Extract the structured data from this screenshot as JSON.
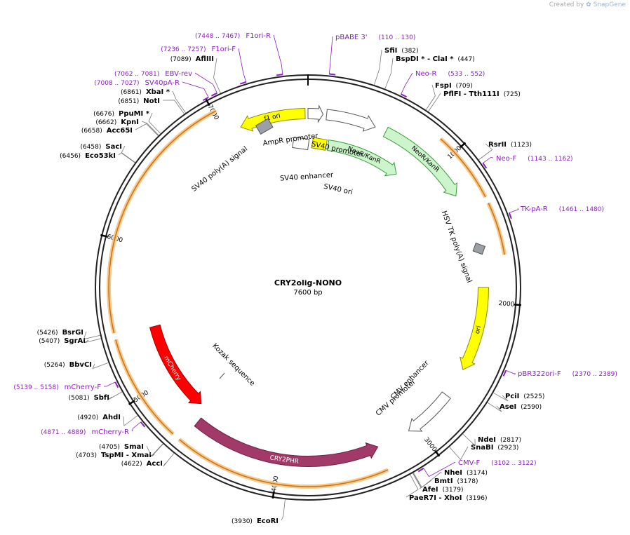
{
  "watermark": {
    "created_by": "Created by",
    "brand": "SnapGene"
  },
  "map": {
    "name": "CRY2olig-NONO",
    "size_label": "7600 bp",
    "length": 7600,
    "colors": {
      "primer": "#8c1dbf",
      "site": "#000000",
      "tick": "#555555"
    }
  },
  "ruler": [
    {
      "pos": 1000,
      "label": "1000"
    },
    {
      "pos": 2000,
      "label": "2000"
    },
    {
      "pos": 3000,
      "label": "3000"
    },
    {
      "pos": 4000,
      "label": "4000"
    },
    {
      "pos": 5000,
      "label": "5000"
    },
    {
      "pos": 6000,
      "label": "6000"
    },
    {
      "pos": 7000,
      "label": "7000"
    }
  ],
  "sites": [
    {
      "name": "SfiI",
      "star": "",
      "pos": 382,
      "coord": "(382)",
      "side": "right"
    },
    {
      "name": "BspDI *",
      "star": " - ClaI *",
      "pos": 447,
      "coord": "(447)",
      "side": "right"
    },
    {
      "name": "FspI",
      "star": "",
      "pos": 709,
      "coord": "(709)",
      "side": "right"
    },
    {
      "name": "PflFI",
      "star": " - Tth111I",
      "pos": 725,
      "coord": "(725)",
      "side": "right"
    },
    {
      "name": "RsrII",
      "star": "",
      "pos": 1123,
      "coord": "(1123)",
      "side": "right"
    },
    {
      "name": "PciI",
      "star": "",
      "pos": 2525,
      "coord": "(2525)",
      "side": "right"
    },
    {
      "name": "AseI",
      "star": "",
      "pos": 2590,
      "coord": "(2590)",
      "side": "right"
    },
    {
      "name": "NdeI",
      "star": "",
      "pos": 2817,
      "coord": "(2817)",
      "side": "right"
    },
    {
      "name": "SnaBI",
      "star": "",
      "pos": 2923,
      "coord": "(2923)",
      "side": "right"
    },
    {
      "name": "NheI",
      "star": "",
      "pos": 3174,
      "coord": "(3174)",
      "side": "right"
    },
    {
      "name": "BmtI",
      "star": "",
      "pos": 3178,
      "coord": "(3178)",
      "side": "right"
    },
    {
      "name": "AfeI",
      "star": "",
      "pos": 3179,
      "coord": "(3179)",
      "side": "right"
    },
    {
      "name": "PaeR7I",
      "star": " - XhoI",
      "pos": 3196,
      "coord": "(3196)",
      "side": "right"
    },
    {
      "name": "EcoRI",
      "star": "",
      "pos": 3930,
      "coord": "(3930)",
      "side": "left"
    },
    {
      "name": "AccI",
      "star": "",
      "pos": 4622,
      "coord": "(4622)",
      "side": "left"
    },
    {
      "name": "TspMI",
      "star": " - XmaI",
      "pos": 4703,
      "coord": "(4703)",
      "side": "left"
    },
    {
      "name": "SmaI",
      "star": "",
      "pos": 4705,
      "coord": "(4705)",
      "side": "left"
    },
    {
      "name": "AhdI",
      "star": "",
      "pos": 4920,
      "coord": "(4920)",
      "side": "left"
    },
    {
      "name": "SbfI",
      "star": "",
      "pos": 5081,
      "coord": "(5081)",
      "side": "left"
    },
    {
      "name": "BbvCI",
      "star": "",
      "pos": 5264,
      "coord": "(5264)",
      "side": "left"
    },
    {
      "name": "SgrAI",
      "star": "",
      "pos": 5407,
      "coord": "(5407)",
      "side": "left"
    },
    {
      "name": "BsrGI",
      "star": "",
      "pos": 5426,
      "coord": "(5426)",
      "side": "left"
    },
    {
      "name": "Eco53kI",
      "star": "",
      "pos": 6456,
      "coord": "(6456)",
      "side": "left"
    },
    {
      "name": "SacI",
      "star": "",
      "pos": 6458,
      "coord": "(6458)",
      "side": "left"
    },
    {
      "name": "Acc65I",
      "star": "",
      "pos": 6658,
      "coord": "(6658)",
      "side": "left"
    },
    {
      "name": "KpnI",
      "star": "",
      "pos": 6662,
      "coord": "(6662)",
      "side": "left"
    },
    {
      "name": "PpuMI *",
      "star": "",
      "pos": 6676,
      "coord": "(6676)",
      "side": "left"
    },
    {
      "name": "NotI",
      "star": "",
      "pos": 6851,
      "coord": "(6851)",
      "side": "left"
    },
    {
      "name": "XbaI *",
      "star": "",
      "pos": 6861,
      "coord": "(6861)",
      "side": "left"
    },
    {
      "name": "AflIII",
      "star": "",
      "pos": 7089,
      "coord": "(7089)",
      "side": "left"
    }
  ],
  "primers": [
    {
      "name": "pBABE 3'",
      "range": "(110 .. 130)",
      "pos": 120,
      "side": "right"
    },
    {
      "name": "Neo-R",
      "range": "(533 .. 552)",
      "pos": 542,
      "side": "right"
    },
    {
      "name": "Neo-F",
      "range": "(1143 .. 1162)",
      "pos": 1152,
      "side": "right"
    },
    {
      "name": "TK-pA-R",
      "range": "(1461 .. 1480)",
      "pos": 1470,
      "side": "right"
    },
    {
      "name": "pBR322ori-F",
      "range": "(2370 .. 2389)",
      "pos": 2380,
      "side": "right"
    },
    {
      "name": "CMV-F",
      "range": "(3102 .. 3122)",
      "pos": 3112,
      "side": "right"
    },
    {
      "name": "mCherry-R",
      "range": "(4871 .. 4889)",
      "pos": 4880,
      "side": "left"
    },
    {
      "name": "mCherry-F",
      "range": "(5139 .. 5158)",
      "pos": 5148,
      "side": "left"
    },
    {
      "name": "SV40pA-R",
      "range": "(7008 .. 7027)",
      "pos": 7017,
      "side": "left"
    },
    {
      "name": "EBV-rev",
      "range": "(7062 .. 7081)",
      "pos": 7071,
      "side": "left"
    },
    {
      "name": "F1ori-F",
      "range": "(7236 .. 7257)",
      "pos": 7246,
      "side": "left"
    },
    {
      "name": "F1ori-R",
      "range": "(7448 .. 7467)",
      "pos": 7457,
      "side": "left"
    }
  ],
  "features": [
    {
      "name": "f1 ori",
      "label": "f1 ori",
      "start": 7580,
      "end": 7120,
      "r": 268,
      "fill": "#ffff00",
      "stroke": "#8a8a00",
      "labelInside": true,
      "text": "#000000"
    },
    {
      "name": "AmpR promoter",
      "label": "AmpR promoter",
      "start": 7600,
      "end": 105,
      "r": 270,
      "fill": "#ffffff",
      "stroke": "#555555",
      "labelInside": false,
      "labelPos": 7640,
      "labelR": 238,
      "text": "#000000",
      "box": true
    },
    {
      "name": "SV40 promoter",
      "label": "SV40 promoter",
      "start": 130,
      "end": 480,
      "r": 268,
      "fill": "#ffffff",
      "stroke": "#555555",
      "labelInside": false,
      "labelPos": 260,
      "labelR": 232,
      "text": "#000000"
    },
    {
      "name": "NeoR/KanR",
      "label": "NeoR/KanR",
      "start": 520,
      "end": 1225,
      "r": 265,
      "fill": "#ccf5cc",
      "stroke": "#3a9a3a",
      "labelInside": true,
      "text": "#000000"
    },
    {
      "name": "SV40 enhancer",
      "label": "SV40 enhancer",
      "start": 7520,
      "end": 7560,
      "r": 220,
      "fill": "#ffffff",
      "stroke": "#555555",
      "labelInside": false,
      "text": "#000000",
      "box": true
    },
    {
      "name": "SV40 ori",
      "label": "SV40 ori",
      "start": 40,
      "end": 135,
      "r": 220,
      "fill": "#ffff00",
      "stroke": "#8a8a00",
      "labelInside": false,
      "text": "#000000",
      "box": true
    },
    {
      "name": "NeoR/KanR-2",
      "label": "NeoR/KanR",
      "start": 160,
      "end": 780,
      "r": 215,
      "fill": "#ccf5cc",
      "stroke": "#3a9a3a",
      "labelInside": true,
      "text": "#000000"
    },
    {
      "name": "ori",
      "label": "ori",
      "start": 1900,
      "end": 2490,
      "r": 262,
      "fill": "#ffff00",
      "stroke": "#8a8a00",
      "labelInside": true,
      "text": "#000000"
    },
    {
      "name": "CMV enhancer",
      "label": "CMV enhancer",
      "start": 2700,
      "end": 3060,
      "r": 262,
      "fill": "#ffffff",
      "stroke": "#555555",
      "labelInside": false,
      "text": "#000000"
    },
    {
      "name": "CRY2PHR",
      "label": "CRY2PHR",
      "start": 3280,
      "end": 4620,
      "r": 265,
      "fill": "#a13a69",
      "stroke": "#6d1f44",
      "labelInside": true,
      "text": "#ffffff"
    },
    {
      "name": "mCherry",
      "label": "mCherry",
      "start": 4700,
      "end": 5400,
      "r": 240,
      "fill": "#ff0000",
      "stroke": "#a30000",
      "labelInside": true,
      "text": "#ffffff"
    }
  ],
  "free_labels": [
    {
      "text": "AmpR promoter"
    },
    {
      "text": "SV40 poly(A) signal"
    },
    {
      "text": "SV40 promoter"
    },
    {
      "text": "SV40 enhancer"
    },
    {
      "text": "SV40 ori"
    },
    {
      "text": "HSV TK poly(A) signal"
    },
    {
      "text": "CMV enhancer"
    },
    {
      "text": "CMV promoter"
    },
    {
      "text": "Kozak sequence"
    }
  ]
}
